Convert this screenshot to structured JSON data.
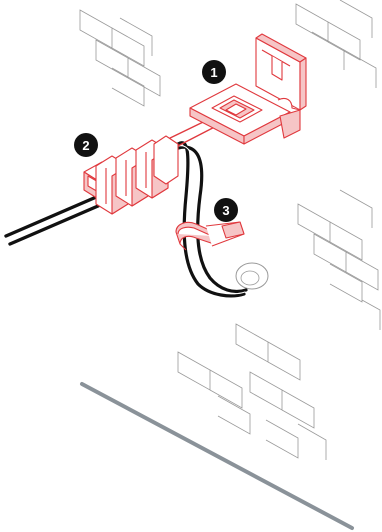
{
  "colors": {
    "accent": "#e0393e",
    "accent_fill": "#f6c5c6",
    "cable": "#111111",
    "floor_line": "#8a9299",
    "brick_line": "#9a9a9a",
    "callout": "#111111"
  },
  "callouts": [
    {
      "number": "1",
      "part": "wall-mount-bracket"
    },
    {
      "number": "2",
      "part": "connector-housing"
    },
    {
      "number": "3",
      "part": "cable-clip"
    }
  ]
}
